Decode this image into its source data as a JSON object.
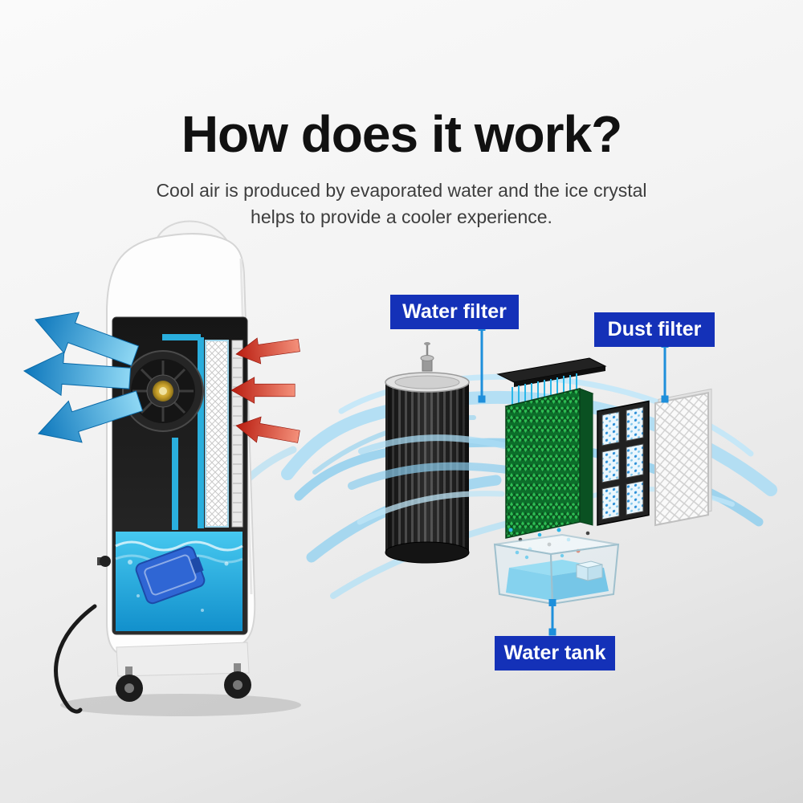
{
  "page": {
    "title": "How does it work?",
    "subtitle_line1": "Cool air is produced by evaporated water and the ice crystal",
    "subtitle_line2": "helps to provide a cooler experience."
  },
  "labels": {
    "water_filter": "Water filter",
    "dust_filter": "Dust filter",
    "water_tank": "Water tank"
  },
  "colors": {
    "label_bg": "#1431b8",
    "label_text": "#ffffff",
    "connector": "#1e8fdb",
    "cool_air": "#2bb7e8",
    "warm_air": "#e03222",
    "water": "#2bb7e8",
    "pad_green": "#14913a",
    "title_text": "#111111",
    "subtitle_text": "#3d3d3d"
  }
}
